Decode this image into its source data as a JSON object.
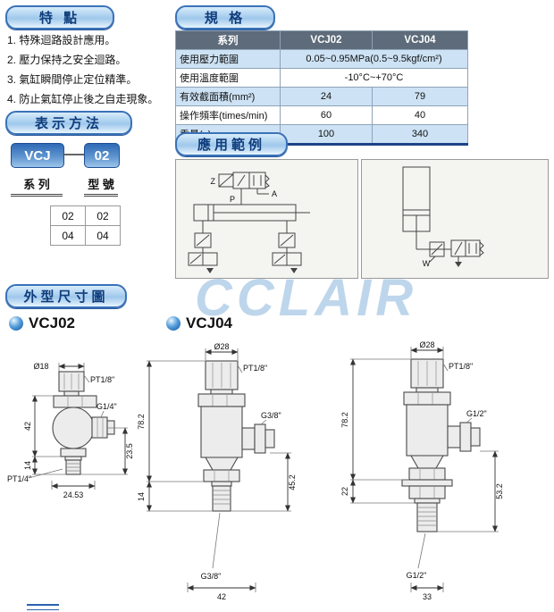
{
  "watermark": "CCLAIR",
  "features": {
    "title": "特 點",
    "items": [
      "1. 特殊迴路設計應用。",
      "2. 壓力保持之安全迴路。",
      "3. 氣缸瞬間停止定位精準。",
      "4. 防止氣缸停止後之自走現象。"
    ]
  },
  "ordering": {
    "title": "表示方法",
    "series_code": "VCJ",
    "model_code": "02",
    "series_label": "系 列",
    "model_label": "型 號",
    "table": [
      [
        "02",
        "02"
      ],
      [
        "04",
        "04"
      ]
    ]
  },
  "specs": {
    "title": "規 格",
    "header": [
      "系列",
      "VCJ02",
      "VCJ04"
    ],
    "rows": [
      {
        "label": "使用壓力範圍",
        "span": "0.05~0.95MPa(0.5~9.5kgf/cm²)"
      },
      {
        "label": "使用溫度範圍",
        "span": "-10°C~+70°C"
      },
      {
        "label": "有效截面積(mm²)",
        "v1": "24",
        "v2": "79"
      },
      {
        "label": "操作頻率(times/min)",
        "v1": "60",
        "v2": "40"
      },
      {
        "label": "重量(g)",
        "v1": "100",
        "v2": "340"
      }
    ]
  },
  "application": {
    "title": "應用範例",
    "labels": {
      "z": "Z",
      "p": "P",
      "a": "A",
      "w": "W"
    }
  },
  "dimensions": {
    "title": "外型尺寸圖",
    "vcj02_label": "VCJ02",
    "vcj04_label": "VCJ04",
    "d1": {
      "dia": "Ø18",
      "top_port": "PT1/8\"",
      "side_port": "G1/4\"",
      "height": "42",
      "lower": "14",
      "side_height": "23.5",
      "bottom_port": "PT1/4\"",
      "width": "24.53"
    },
    "d2": {
      "dia": "Ø28",
      "top_port": "PT1/8\"",
      "side_port": "G3/8\"",
      "height": "78.2",
      "lower": "14",
      "side_height": "45.2",
      "bottom_port": "G3/8\"",
      "width": "42"
    },
    "d3": {
      "dia": "Ø28",
      "top_port": "PT1/8\"",
      "side_port": "G1/2\"",
      "height": "78.2",
      "lower": "22",
      "side_height": "53.2",
      "bottom_port": "G1/2\"",
      "width": "33"
    }
  }
}
